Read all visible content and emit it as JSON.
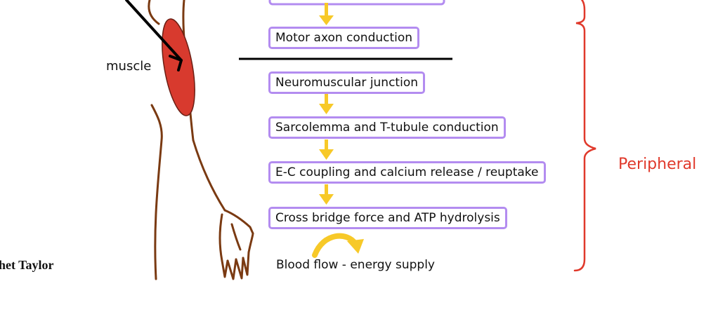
{
  "figure": {
    "steps": [
      {
        "label": "Motor axon conduction"
      },
      {
        "label": "Neuromuscular junction"
      },
      {
        "label": "Sarcolemma and T-tubule conduction"
      },
      {
        "label": "E-C coupling and calcium release / reuptake"
      },
      {
        "label": "Cross bridge force and ATP hydrolysis"
      }
    ],
    "energy_label": "Blood flow - energy supply",
    "muscle_label": "muscle",
    "group_label": "Peripheral",
    "credit_fragment": "het Taylor"
  },
  "colors": {
    "box_border": "#b38cf0",
    "arrow": "#f7c928",
    "muscle_fill": "#d83a2e",
    "arm_outline": "#7a3a12",
    "bracket": "#e0392b",
    "group_label": "#e0392b",
    "divider": "#000000"
  }
}
